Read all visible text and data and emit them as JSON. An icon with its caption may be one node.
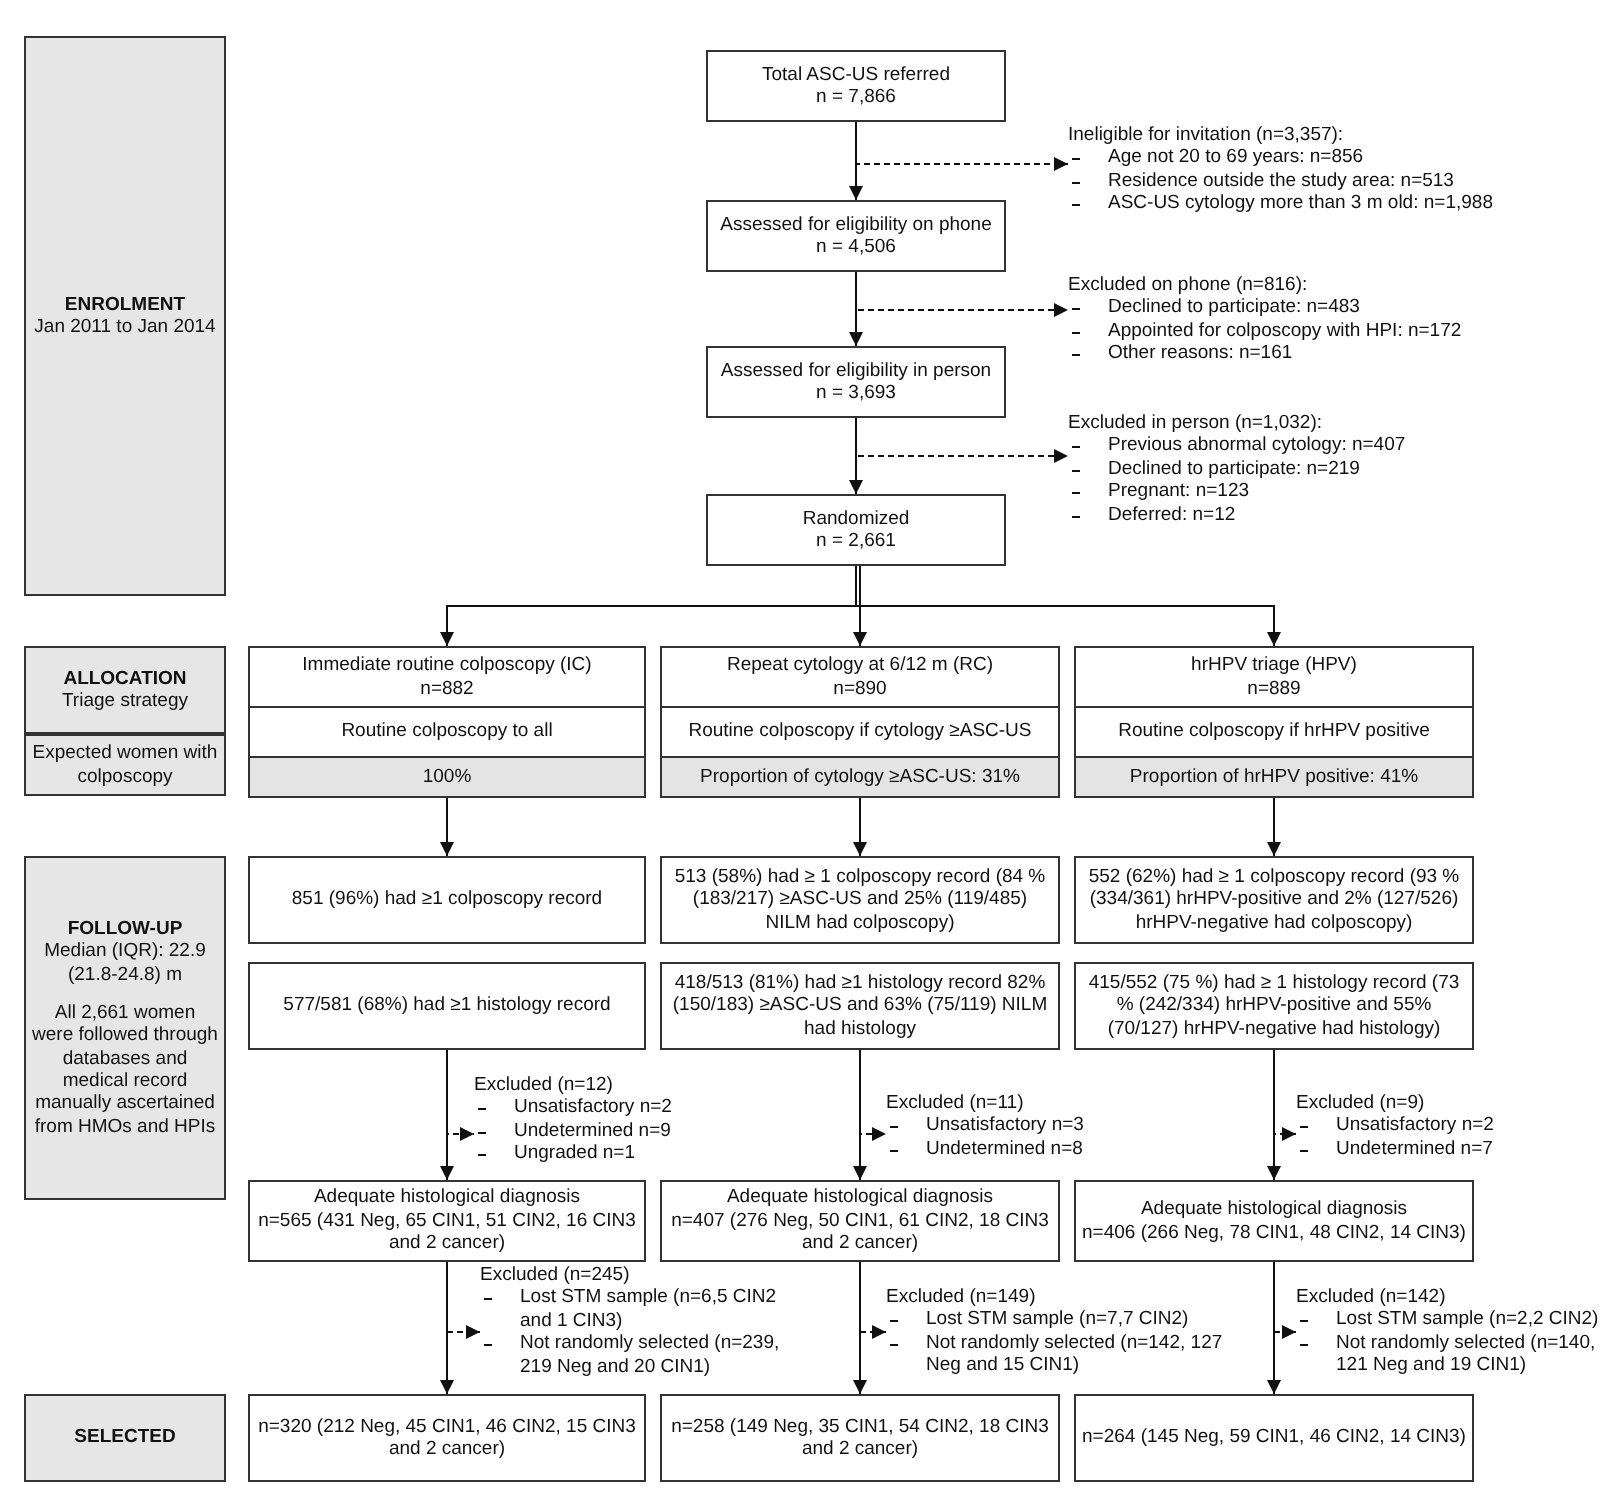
{
  "diagram": {
    "nodes": [
      {
        "text": [
          "ENROLMENT",
          "Jan 2011 to Jan 2014"
        ]
      },
      {
        "text": [
          "Total ASC-US referred",
          "n = 7,866"
        ]
      },
      {
        "text": [
          "Ineligible for invitation (n=3,357):",
          "Age not 20 to 69 years: n=856",
          "Residence outside the study area: n=513",
          "ASC-US cytology more than 3 m old: n=1,988"
        ]
      },
      {
        "text": [
          "Assessed for eligibility on phone",
          "n = 4,506"
        ]
      },
      {
        "text": [
          "Excluded on phone (n=816):",
          "Declined to participate: n=483",
          "Appointed for colposcopy with HPI: n=172",
          "Other reasons: n=161"
        ]
      },
      {
        "text": [
          "Assessed for eligibility in person",
          "n = 3,693"
        ]
      },
      {
        "text": [
          "Excluded in person (n=1,032):",
          "Previous abnormal cytology: n=407",
          "Declined to participate: n=219",
          "Pregnant: n=123",
          "Deferred: n=12"
        ]
      },
      {
        "text": [
          "Randomized",
          "n = 2,661"
        ]
      },
      {
        "text": [
          "ALLOCATION",
          "Triage strategy"
        ]
      },
      {
        "text": [
          "Expected women with colposcopy"
        ]
      },
      {
        "text": [
          "Immediate routine colposcopy (IC)",
          "n=882"
        ]
      },
      {
        "text": [
          "Routine colposcopy to all"
        ]
      },
      {
        "text": [
          "100%"
        ]
      },
      {
        "text": [
          "Repeat cytology at 6/12 m (RC)",
          "n=890"
        ]
      },
      {
        "text": [
          "Routine colposcopy if cytology ≥ASC-US"
        ]
      },
      {
        "text": [
          "Proportion of cytology ≥ASC-US: 31%"
        ]
      },
      {
        "text": [
          "hrHPV triage (HPV)",
          "n=889"
        ]
      },
      {
        "text": [
          "Routine colposcopy if hrHPV positive"
        ]
      },
      {
        "text": [
          "Proportion of hrHPV positive: 41%"
        ]
      },
      {
        "text": [
          "FOLLOW-UP",
          "Median (IQR): 22.9 (21.8-24.8) m",
          "All 2,661 women were followed through databases and medical record manually ascertained from HMOs and HPIs"
        ]
      },
      {
        "text": [
          "851 (96%) had ≥1 colposcopy record"
        ]
      },
      {
        "text": [
          "577/581 (68%) had ≥1 histology record"
        ]
      },
      {
        "text": [
          "Excluded (n=12)",
          "Unsatisfactory n=2",
          "Undetermined n=9",
          "Ungraded n=1"
        ]
      },
      {
        "text": [
          "Adequate histological diagnosis",
          "n=565 (431 Neg, 65 CIN1, 51 CIN2, 16 CIN3 and 2 cancer)"
        ]
      },
      {
        "text": [
          "Excluded (n=245)",
          "Lost STM sample (n=6,5 CIN2 and 1 CIN3)",
          "Not randomly selected (n=239, 219 Neg and 20 CIN1)"
        ]
      },
      {
        "text": [
          "513 (58%) had ≥ 1 colposcopy record (84 % (183/217) ≥ASC-US and 25% (119/485) NILM had colposcopy)"
        ]
      },
      {
        "text": [
          "418/513 (81%) had ≥1 histology record 82% (150/183) ≥ASC-US and 63% (75/119) NILM had histology"
        ]
      },
      {
        "text": [
          "Excluded (n=11)",
          "Unsatisfactory n=3",
          "Undetermined n=8"
        ]
      },
      {
        "text": [
          "Adequate histological diagnosis",
          "n=407 (276 Neg, 50 CIN1, 61 CIN2, 18 CIN3 and 2 cancer)"
        ]
      },
      {
        "text": [
          "Excluded (n=149)",
          "Lost STM sample (n=7,7 CIN2)",
          "Not randomly selected (n=142, 127 Neg and 15 CIN1)"
        ]
      },
      {
        "text": [
          "552 (62%) had ≥ 1 colposcopy record (93 % (334/361) hrHPV-positive and 2% (127/526) hrHPV-negative had colposcopy)"
        ]
      },
      {
        "text": [
          "415/552 (75 %) had ≥ 1 histology record (73 % (242/334) hrHPV-positive and 55% (70/127) hrHPV-negative had histology)"
        ]
      },
      {
        "text": [
          "Excluded (n=9)",
          "Unsatisfactory n=2",
          "Undetermined n=7"
        ]
      },
      {
        "text": [
          "Adequate histological diagnosis",
          "n=406 (266 Neg, 78 CIN1, 48 CIN2, 14 CIN3)"
        ]
      },
      {
        "text": [
          "Excluded (n=142)",
          "Lost STM sample (n=2,2 CIN2)",
          "Not randomly selected (n=140, 121 Neg and 19 CIN1)"
        ]
      },
      {
        "text": [
          "SELECTED"
        ]
      },
      {
        "text": [
          "n=320 (212 Neg, 45 CIN1, 46 CIN2, 15 CIN3 and 2 cancer)"
        ]
      },
      {
        "text": [
          "n=258 (149 Neg, 35 CIN1, 54 CIN2, 18 CIN3 and 2 cancer)"
        ]
      },
      {
        "text": [
          "n=264 (145 Neg, 59 CIN1, 46 CIN2, 14 CIN3)"
        ]
      }
    ],
    "edges": [
      {
        "from": 1,
        "to": 3,
        "arrow": "to"
      },
      {
        "from": 1,
        "to": 2,
        "arrow": "to",
        "style": "dashed"
      },
      {
        "from": 3,
        "to": 5,
        "arrow": "to"
      },
      {
        "from": 3,
        "to": 4,
        "arrow": "to",
        "style": "dashed"
      },
      {
        "from": 5,
        "to": 7,
        "arrow": "to"
      },
      {
        "from": 5,
        "to": 6,
        "arrow": "to",
        "style": "dashed"
      },
      {
        "from": 7,
        "to": 10,
        "arrow": "to"
      },
      {
        "from": 7,
        "to": 13,
        "arrow": "to"
      },
      {
        "from": 7,
        "to": 16,
        "arrow": "to"
      },
      {
        "from": 12,
        "to": 20,
        "arrow": "to"
      },
      {
        "from": 15,
        "to": 25,
        "arrow": "to"
      },
      {
        "from": 18,
        "to": 30,
        "arrow": "to"
      },
      {
        "from": 21,
        "to": 23,
        "arrow": "to"
      },
      {
        "from": 21,
        "to": 22,
        "arrow": "to",
        "style": "dashed"
      },
      {
        "from": 26,
        "to": 28,
        "arrow": "to"
      },
      {
        "from": 26,
        "to": 27,
        "arrow": "to",
        "style": "dashed"
      },
      {
        "from": 31,
        "to": 33,
        "arrow": "to"
      },
      {
        "from": 31,
        "to": 32,
        "arrow": "to",
        "style": "dashed"
      },
      {
        "from": 23,
        "to": 36,
        "arrow": "to"
      },
      {
        "from": 23,
        "to": 24,
        "arrow": "to",
        "style": "dashed"
      },
      {
        "from": 28,
        "to": 37,
        "arrow": "to"
      },
      {
        "from": 28,
        "to": 29,
        "arrow": "to",
        "style": "dashed"
      },
      {
        "from": 33,
        "to": 38,
        "arrow": "to"
      },
      {
        "from": 33,
        "to": 34,
        "arrow": "to",
        "style": "dashed"
      }
    ]
  }
}
